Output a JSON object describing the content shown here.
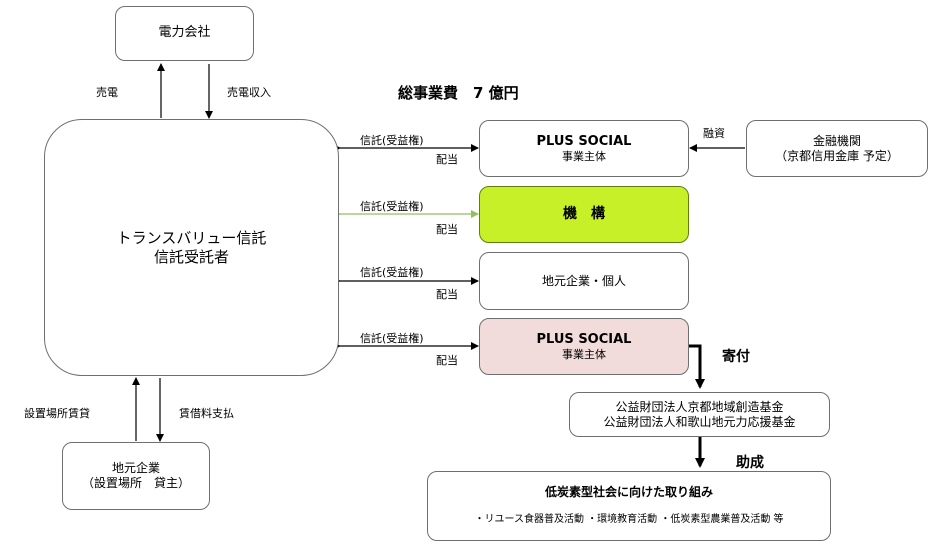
{
  "power_company": "電力会社",
  "sell_power": "売電",
  "power_income": "売電収入",
  "total_cost": "総事業費　7 億円",
  "trust": {
    "line1": "トランスバリュー信託",
    "line2": "信託受託者"
  },
  "plus_social_1": {
    "title": "PLUS SOCIAL",
    "sub": "事業主体"
  },
  "organization": "機　構",
  "local": "地元企業・個人",
  "plus_social_2": {
    "title": "PLUS SOCIAL",
    "sub": "事業主体"
  },
  "financial": {
    "line1": "金融機関",
    "line2": "（京都信用金庫 予定）"
  },
  "loan": "融資",
  "trust_benefit": "信託(受益権)",
  "dividend": "配当",
  "donation": "寄付",
  "foundations": {
    "line1": "公益財団法人京都地域創造基金",
    "line2": "公益財団法人和歌山地元力応援基金"
  },
  "grant": "助成",
  "lowcarbon": {
    "title": "低炭素型社会に向けた取り組み",
    "items": "・リユース食器普及活動 ・環境教育活動 ・低炭素型農業普及活動 等"
  },
  "site_lease": "設置場所賃貸",
  "rent_payment": "賃借料支払",
  "landlord": {
    "line1": "地元企業",
    "line2": "（設置場所　貸主）"
  },
  "colors": {
    "organization_fill": "#c8f028",
    "plus_social_2_fill": "#f2dcdb",
    "green_arrow": "#92c060"
  }
}
